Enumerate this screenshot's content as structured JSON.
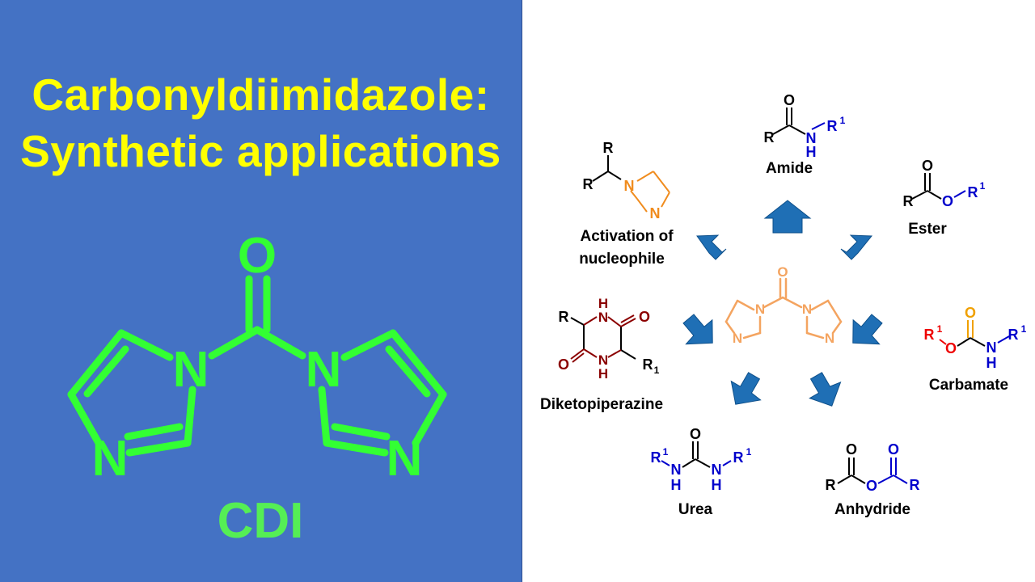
{
  "title": {
    "line1": "Carbonyldiimidazole:",
    "line2": "Synthetic applications"
  },
  "cdi": {
    "label": "CDI",
    "atom_O": "O",
    "atom_N": "N"
  },
  "products": {
    "amide": "Amide",
    "ester": "Ester",
    "activation_line1": "Activation of",
    "activation_line2": "nucleophile",
    "carbamate": "Carbamate",
    "diketopiperazine": "Diketopiperazine",
    "urea": "Urea",
    "anhydride": "Anhydride"
  },
  "colors": {
    "left_bg": "#4472c4",
    "title": "#ffff00",
    "cdi_structure": "#33ff33",
    "center_cdi": "#f4a460",
    "arrow": "#1f6fb5",
    "substituent_blue": "#0000cc",
    "imidazole_orange": "#f08c1e",
    "carbamate_red": "#ee0000",
    "carbonyl_orange": "#f0a000",
    "dkp_darkred": "#8b0000"
  }
}
